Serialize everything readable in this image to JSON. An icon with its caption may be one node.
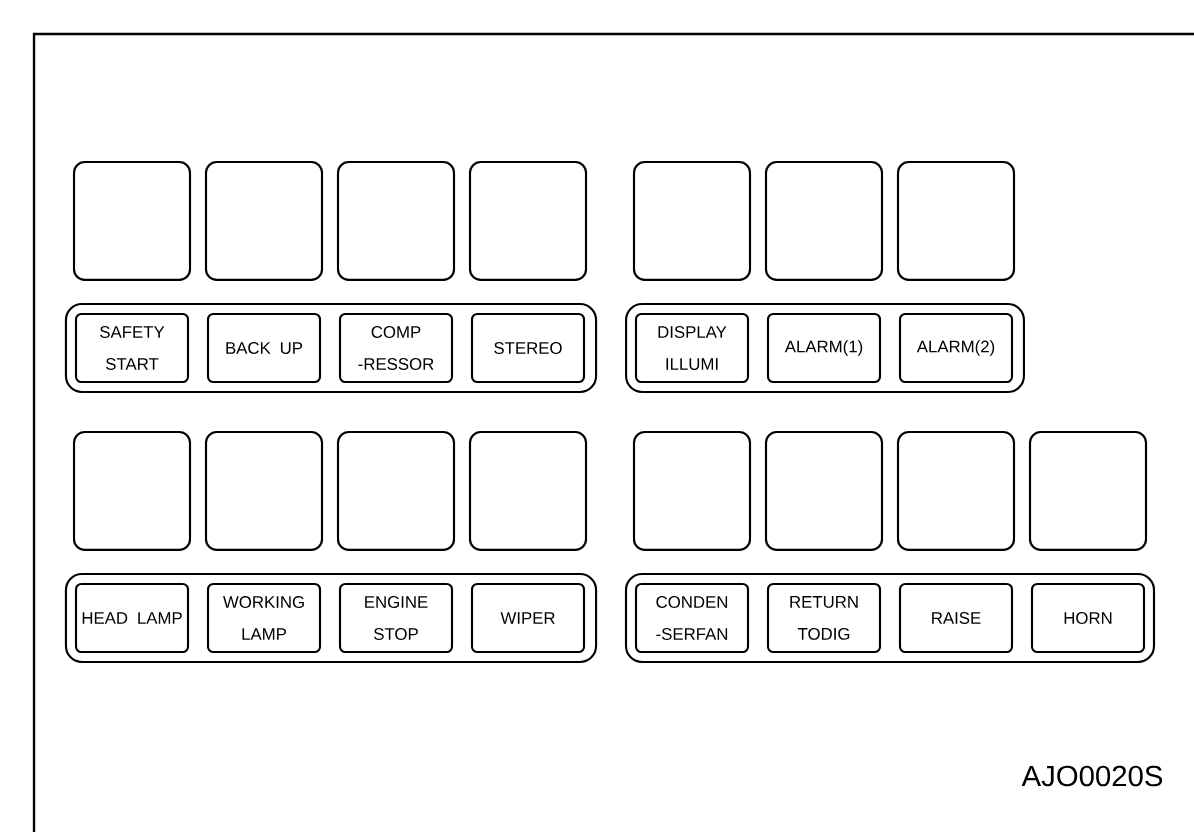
{
  "diagram": {
    "nodes": [
      {
        "text": [],
        "shape": "box"
      },
      {
        "text": [],
        "shape": "box"
      },
      {
        "text": [],
        "shape": "box"
      },
      {
        "text": [],
        "shape": "box"
      },
      {
        "text": [],
        "shape": "box"
      },
      {
        "text": [],
        "shape": "box"
      },
      {
        "text": [],
        "shape": "box"
      },
      {
        "text": [],
        "shape": "box"
      },
      {
        "text": [
          "SAFETY START"
        ],
        "in": 7
      },
      {
        "text": [
          "BACK UP"
        ],
        "in": 7
      },
      {
        "text": [
          "COMP -RESSOR"
        ],
        "in": 7
      },
      {
        "text": [
          "STEREO"
        ],
        "in": 7
      },
      {
        "text": [],
        "shape": "box"
      },
      {
        "text": [
          "DISPLAY ILLUMI"
        ],
        "in": 12
      },
      {
        "text": [
          "ALARM(1)"
        ],
        "in": 12
      },
      {
        "text": [
          "ALARM(2)"
        ],
        "in": 12
      },
      {
        "text": [],
        "shape": "box"
      },
      {
        "text": [],
        "shape": "box"
      },
      {
        "text": [],
        "shape": "box"
      },
      {
        "text": [],
        "shape": "box"
      },
      {
        "text": [],
        "shape": "box"
      },
      {
        "text": [],
        "shape": "box"
      },
      {
        "text": [],
        "shape": "box"
      },
      {
        "text": [],
        "shape": "box"
      },
      {
        "text": [],
        "shape": "box"
      },
      {
        "text": [
          "HEAD LAMP"
        ],
        "in": 24
      },
      {
        "text": [
          "WORKING LAMP"
        ],
        "in": 24
      },
      {
        "text": [
          "ENGINE STOP"
        ],
        "in": 24
      },
      {
        "text": [
          "WIPER"
        ],
        "in": 24
      },
      {
        "text": [],
        "shape": "box"
      },
      {
        "text": [
          "CONDEN -SERFAN"
        ],
        "in": 29
      },
      {
        "text": [
          "RETURN TODIG"
        ],
        "in": 29
      },
      {
        "text": [
          "RAISE"
        ],
        "in": 29
      },
      {
        "text": [
          "HORN"
        ],
        "in": 29
      }
    ],
    "labels": [
      "AJO0020S"
    ]
  }
}
